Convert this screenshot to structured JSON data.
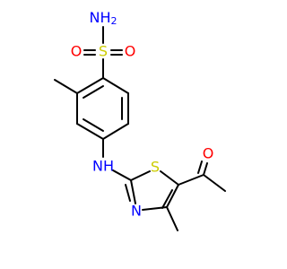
{
  "molecule": {
    "atoms": {
      "sulfonamide_nh2": {
        "text": "NH",
        "sub": "2",
        "color": "#0000ff"
      },
      "sulfonyl_s": {
        "text": "S",
        "color": "#cccc00"
      },
      "sulfonyl_o_left": {
        "text": "O",
        "color": "#ff0000"
      },
      "sulfonyl_o_right": {
        "text": "O",
        "color": "#ff0000"
      },
      "amine_nh": {
        "text": "NH",
        "color": "#0000ff"
      },
      "thiazole_s": {
        "text": "S",
        "color": "#cccc00"
      },
      "thiazole_n": {
        "text": "N",
        "color": "#0000ff"
      },
      "ketone_o": {
        "text": "O",
        "color": "#ff0000"
      }
    }
  }
}
